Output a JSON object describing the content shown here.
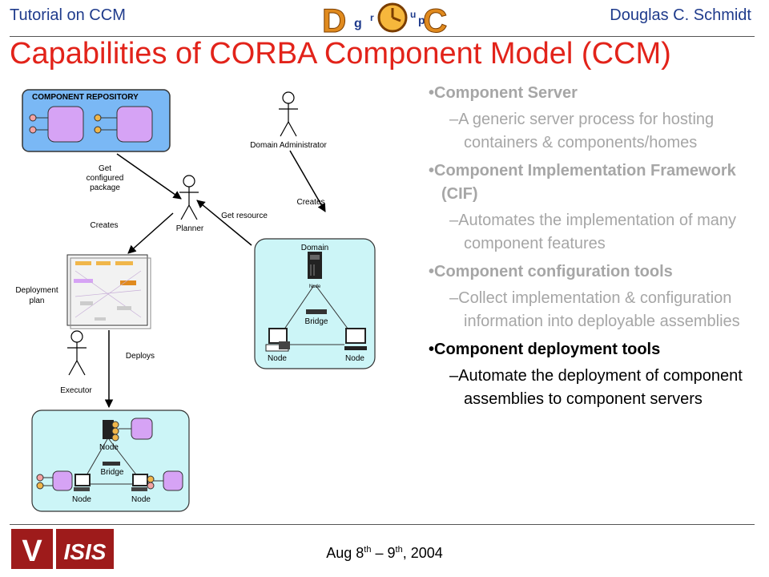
{
  "header": {
    "left_text": "Tutorial on CCM",
    "right_text": "Douglas C. Schmidt",
    "logo_letters": [
      "D",
      "g",
      "r",
      "u",
      "p",
      "C"
    ]
  },
  "title": "Capabilities of CORBA Component Model (CCM)",
  "diagram": {
    "repository_title": "COMPONENT REPOSITORY",
    "domain_admin_label": "Domain Administrator",
    "planner_label": "Planner",
    "executor_label": "Executor",
    "deployment_plan_label_1": "Deployment",
    "deployment_plan_label_2": "plan",
    "get_configured_1": "Get",
    "get_configured_2": "configured",
    "get_configured_3": "package",
    "get_resource_label": "Get resource",
    "creates_left_label": "Creates",
    "creates_right_label": "Creates",
    "deploys_label": "Deploys",
    "domain_label": "Domain",
    "server_node_label": "Node",
    "bridge_label": "Bridge",
    "node_left_label": "Node",
    "node_right_label": "Node",
    "bottom_node_top_label": "Node",
    "bottom_bridge_label": "Bridge",
    "bottom_node_left_label": "Node",
    "bottom_node_right_label": "Node"
  },
  "bullets": [
    {
      "heading": "Component Server",
      "sub": "A generic server process for hosting containers & components/homes",
      "style": "gray"
    },
    {
      "heading": "Component Implementation Framework (CIF)",
      "sub": "Automates the implementation of many component features",
      "style": "gray"
    },
    {
      "heading": "Component configuration tools",
      "sub": "Collect implementation & configuration information into deployable assemblies",
      "style": "gray"
    },
    {
      "heading": "Component deployment tools",
      "sub": "Automate the deployment of component assemblies to component servers",
      "style": "dark"
    }
  ],
  "footer": {
    "date_part1": "Aug 8",
    "date_sup1": "th",
    "date_part2": " – 9",
    "date_sup2": "th",
    "date_part3": ", 2004",
    "logo_left": "V",
    "logo_right": "ISIS"
  },
  "colors": {
    "title": "#e2231a",
    "header": "#1f3b8c",
    "repository_fill": "#7ab8f5",
    "domain_fill": "#ccf5f7",
    "component_fill": "#d6a3f5",
    "port_facet": "#f4a3a3",
    "port_receptacle": "#f0b64a",
    "bullet_gray": "#a6a6a6",
    "vanderbilt_red": "#9e1b1b"
  }
}
